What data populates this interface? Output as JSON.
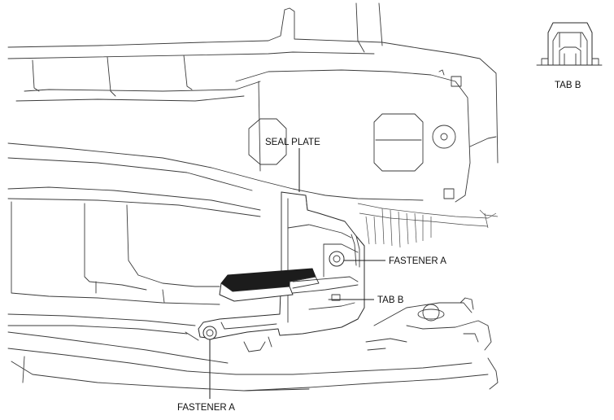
{
  "labels": {
    "seal_plate": "SEAL PLATE",
    "fastener_a_right": "FASTENER A",
    "tab_b_right": "TAB B",
    "fastener_a_bottom": "FASTENER A",
    "tab_b_inset": "TAB B"
  },
  "colors": {
    "line": "#3a3a3a",
    "arrow": "#1a1a1a",
    "background": "#ffffff"
  }
}
